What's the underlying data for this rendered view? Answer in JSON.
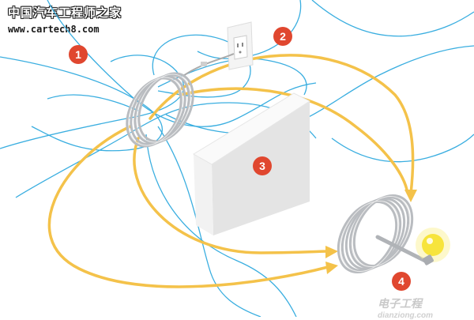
{
  "watermark": {
    "site_name_cn": "中国汽车工程师之家",
    "site_url": "www.cartech8.com",
    "bottom_logo_cn": "电子工程",
    "bottom_logo_en": "dianziong.com"
  },
  "badges": [
    {
      "id": "1",
      "label": "1"
    },
    {
      "id": "2",
      "label": "2"
    },
    {
      "id": "3",
      "label": "3"
    },
    {
      "id": "4",
      "label": "4"
    }
  ],
  "colors": {
    "badge_red": "#e0472f",
    "field_line_blue": "#3aaee0",
    "resonance_yellow": "#f4c24a",
    "coil_silver": "#b9bcc0",
    "block_face": "#f1f1f1",
    "bulb_yellow": "#f7e43c"
  }
}
